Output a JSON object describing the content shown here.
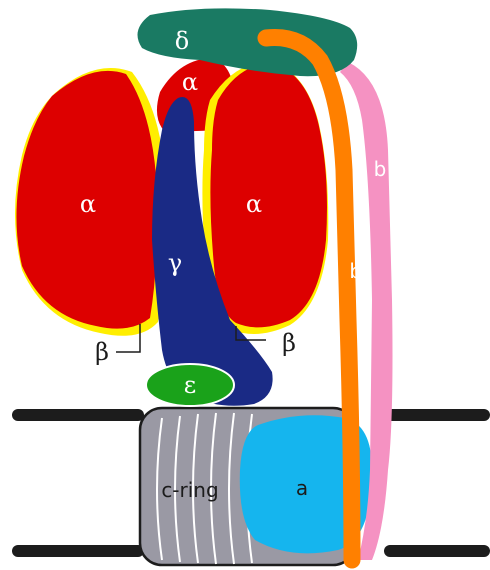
{
  "labels": {
    "delta": "δ",
    "alpha_top": "α",
    "alpha_left": "α",
    "alpha_right": "α",
    "gamma": "γ",
    "beta_left": "β",
    "beta_right": "β",
    "epsilon": "ε",
    "b": "b",
    "b_prime": "b′",
    "c_ring": "c-ring",
    "a": "a"
  },
  "colors": {
    "alpha": "#dd0000",
    "beta_edge": "#ffee00",
    "gamma": "#1a2a85",
    "epsilon": "#1aa21a",
    "delta": "#1a7a63",
    "stalk_b": "#f592c2",
    "stalk_b_prime": "#ff8000",
    "subunit_a": "#15b5ee",
    "c_ring": "#9a99a4",
    "membrane": "#1c1c1c"
  }
}
